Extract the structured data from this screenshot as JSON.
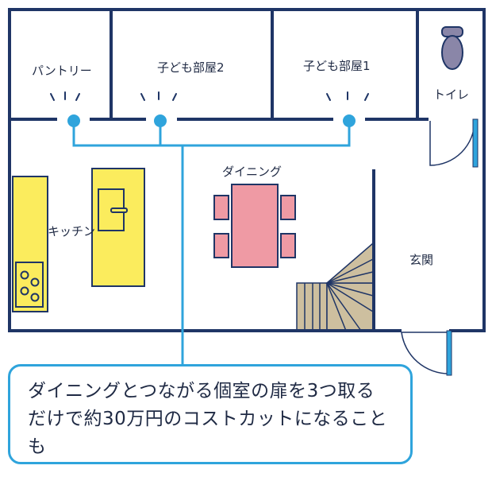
{
  "rooms": {
    "pantry": "パントリー",
    "kids_room_2": "子ども部屋2",
    "kids_room_1": "子ども部屋1",
    "toilet": "トイレ",
    "dining": "ダイニング",
    "kitchen": "キッチン",
    "entrance": "玄関"
  },
  "callout": {
    "text": "ダイニングとつながる個室の扉を3つ取るだけで約30万円のコストカットになることも"
  },
  "colors": {
    "wall": "#1f3566",
    "accent_blue": "#2fa4dc",
    "kitchen_yellow": "#fbec5d",
    "table_pink": "#ef9aa4",
    "stair_tan": "#cdbf9f",
    "toilet_gray": "#8a86a8",
    "door_blue": "#2fa4dc"
  },
  "icons": [
    "light-icon",
    "toilet-icon",
    "stove-icon",
    "sink-icon",
    "dining-table-icon",
    "staircase-icon",
    "door-swing-icon"
  ]
}
